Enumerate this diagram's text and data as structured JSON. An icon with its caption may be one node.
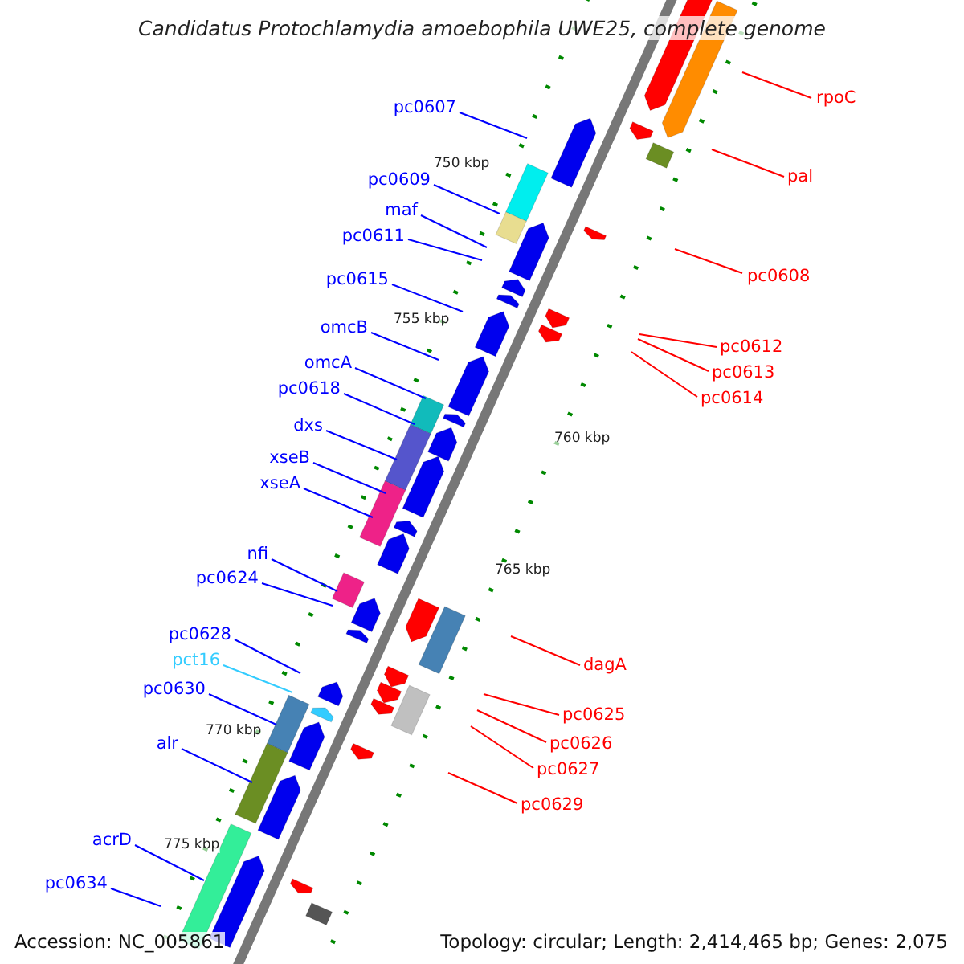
{
  "diagram": {
    "title": "Candidatus Protochlamydia amoebophila UWE25, complete genome",
    "nodes": [
      {
        "text": [
          "rpoC"
        ]
      },
      {
        "text": [
          "pc0607"
        ]
      },
      {
        "text": [
          "pal"
        ]
      },
      {
        "text": [
          "pc0609"
        ]
      },
      {
        "text": [
          "maf"
        ]
      },
      {
        "text": [
          "pc0611"
        ]
      },
      {
        "text": [
          "pc0608"
        ]
      },
      {
        "text": [
          "pc0615"
        ]
      },
      {
        "text": [
          "omcB"
        ]
      },
      {
        "text": [
          "pc0612"
        ]
      },
      {
        "text": [
          "omcA"
        ]
      },
      {
        "text": [
          "pc0613"
        ]
      },
      {
        "text": [
          "pc0618"
        ]
      },
      {
        "text": [
          "pc0614"
        ]
      },
      {
        "text": [
          "dxs"
        ]
      },
      {
        "text": [
          "xseB"
        ]
      },
      {
        "text": [
          "xseA"
        ]
      },
      {
        "text": [
          "nfi"
        ]
      },
      {
        "text": [
          "pc0624"
        ]
      },
      {
        "text": [
          "pc0628"
        ]
      },
      {
        "text": [
          "pct16"
        ]
      },
      {
        "text": [
          "dagA"
        ]
      },
      {
        "text": [
          "pc0630"
        ]
      },
      {
        "text": [
          "pc0625"
        ]
      },
      {
        "text": [
          "pc0626"
        ]
      },
      {
        "text": [
          "alr"
        ]
      },
      {
        "text": [
          "pc0627"
        ]
      },
      {
        "text": [
          "pc0629"
        ]
      },
      {
        "text": [
          "acrD"
        ]
      },
      {
        "text": [
          "pc0634"
        ]
      }
    ],
    "edges": [
      {
        "from": 0,
        "to": null,
        "arrow": "none",
        "color": "#ff0000"
      },
      {
        "from": 1,
        "to": null,
        "arrow": "none"
      },
      {
        "from": 2,
        "to": null,
        "arrow": "none",
        "color": "#ff0000"
      },
      {
        "from": 3,
        "to": null,
        "arrow": "none"
      },
      {
        "from": 4,
        "to": null,
        "arrow": "none"
      },
      {
        "from": 5,
        "to": null,
        "arrow": "none"
      },
      {
        "from": 6,
        "to": null,
        "arrow": "none",
        "color": "#ff0000"
      },
      {
        "from": 7,
        "to": null,
        "arrow": "none"
      },
      {
        "from": 8,
        "to": null,
        "arrow": "none"
      },
      {
        "from": 9,
        "to": null,
        "arrow": "none",
        "color": "#ff0000"
      },
      {
        "from": 10,
        "to": null,
        "arrow": "none"
      },
      {
        "from": 11,
        "to": null,
        "arrow": "none",
        "color": "#ff0000"
      },
      {
        "from": 12,
        "to": null,
        "arrow": "none"
      },
      {
        "from": 13,
        "to": null,
        "arrow": "none",
        "color": "#ff0000"
      },
      {
        "from": 14,
        "to": null,
        "arrow": "none"
      },
      {
        "from": 15,
        "to": null,
        "arrow": "none"
      },
      {
        "from": 16,
        "to": null,
        "arrow": "none"
      },
      {
        "from": 17,
        "to": null,
        "arrow": "none"
      },
      {
        "from": 18,
        "to": null,
        "arrow": "none"
      },
      {
        "from": 19,
        "to": null,
        "arrow": "none"
      },
      {
        "from": 20,
        "to": null,
        "arrow": "none",
        "color": "#33ccff"
      },
      {
        "from": 21,
        "to": null,
        "arrow": "none",
        "color": "#ff0000"
      },
      {
        "from": 22,
        "to": null,
        "arrow": "none"
      },
      {
        "from": 23,
        "to": null,
        "arrow": "none",
        "color": "#ff0000"
      },
      {
        "from": 24,
        "to": null,
        "arrow": "none",
        "color": "#ff0000"
      },
      {
        "from": 25,
        "to": null,
        "arrow": "none"
      },
      {
        "from": 26,
        "to": null,
        "arrow": "none",
        "color": "#ff0000"
      },
      {
        "from": 27,
        "to": null,
        "arrow": "none",
        "color": "#ff0000"
      },
      {
        "from": 28,
        "to": null,
        "arrow": "none"
      },
      {
        "from": 29,
        "to": null,
        "arrow": "none"
      }
    ],
    "labels": [
      "750 kbp",
      "755 kbp",
      "760 kbp",
      "765 kbp",
      "770 kbp",
      "775 kbp",
      "Accession: NC_005861",
      "Topology: circular; Length: 2,414,465 bp; Genes: 2,075"
    ]
  }
}
